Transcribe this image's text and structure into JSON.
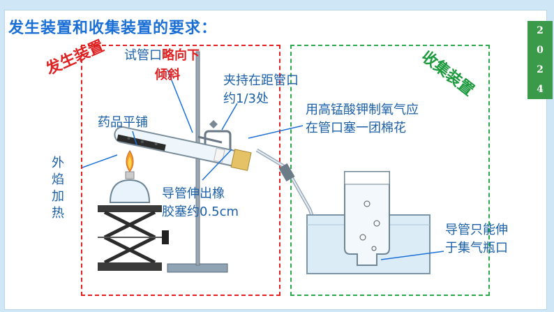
{
  "title": "发生装置和收集装置的要求：",
  "year_digits": [
    "2",
    "0",
    "2",
    "4"
  ],
  "section_tags": {
    "generation": "发生装置",
    "collection": "收集装置"
  },
  "labels": {
    "tube_mouth_line1_a": "试管口",
    "tube_mouth_line1_b": "略向下",
    "tube_mouth_line2": "倾斜",
    "clamp_line1": "夹持在距管口",
    "clamp_line2": "约1/3处",
    "drug_flat": "药品平铺",
    "kmno4_line1": "用高锰酸钾制氧气应",
    "kmno4_line2": "在管口塞一团棉花",
    "outer_flame_chars": [
      "外",
      "焰",
      "加",
      "热"
    ],
    "conduit_stopper_line1": "导管伸出橡",
    "conduit_stopper_line2": "胶塞约0.5cm",
    "conduit_bottle_line1": "导管只能伸",
    "conduit_bottle_line2": "于集气瓶口"
  },
  "colors": {
    "title": "#1a6fd6",
    "red": "#e02020",
    "green": "#2aa84a",
    "label": "#1a5fa8",
    "year_bar": "#3a9a4a"
  }
}
